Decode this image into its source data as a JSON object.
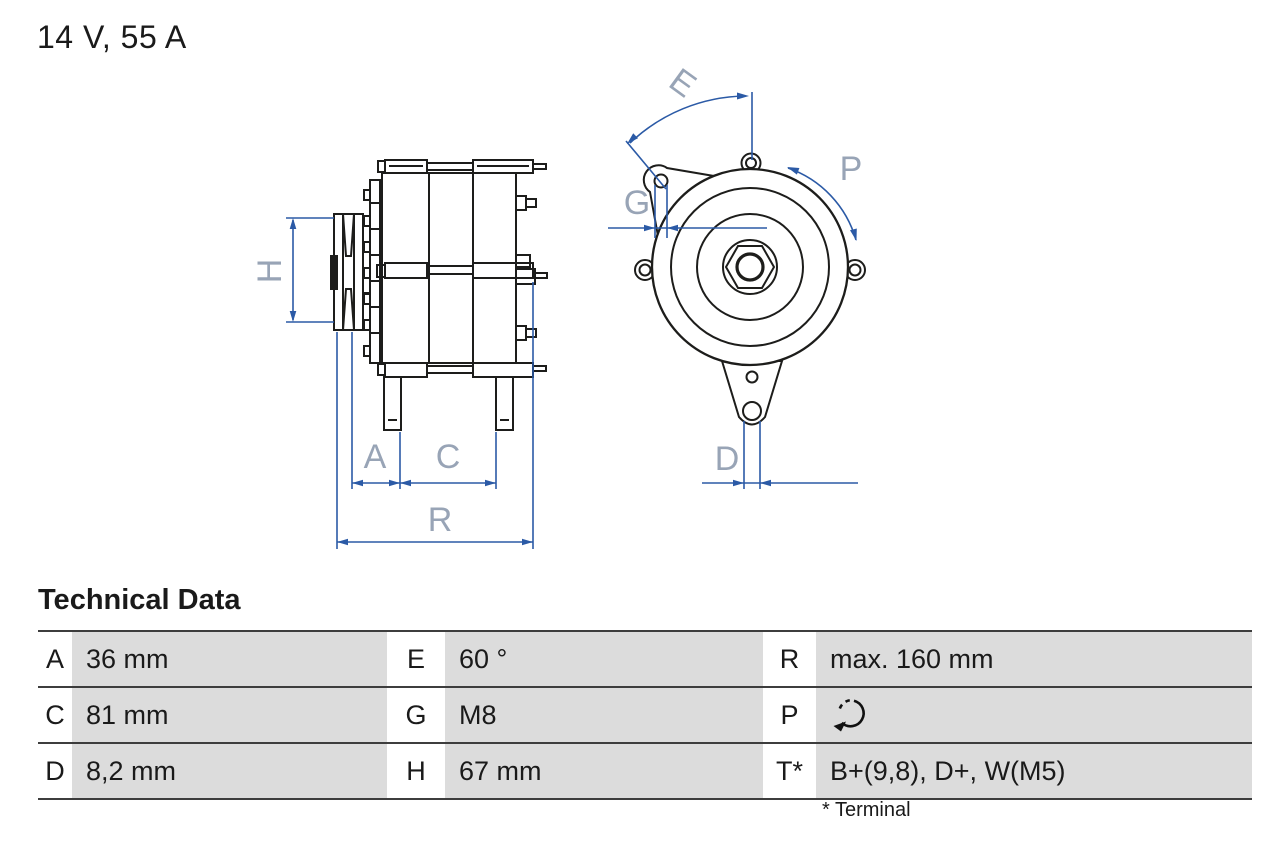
{
  "title": "14 V, 55 A",
  "drawing": {
    "description": "alternator-technical-drawing-side-and-front-view",
    "line_color": "#2b5aa6",
    "outline_color": "#1d1d1b",
    "label_color": "#98a4b6",
    "labels": {
      "H": "H",
      "A": "A",
      "C": "C",
      "R": "R",
      "E": "E",
      "G": "G",
      "P": "P",
      "D": "D"
    }
  },
  "technical_data": {
    "heading": "Technical Data",
    "rows": [
      [
        {
          "key": "A",
          "value": "36 mm"
        },
        {
          "key": "E",
          "value": "60 °"
        },
        {
          "key": "R",
          "value": "max. 160 mm"
        }
      ],
      [
        {
          "key": "C",
          "value": "81 mm"
        },
        {
          "key": "G",
          "value": "M8"
        },
        {
          "key": "P",
          "value": "",
          "icon": "rotation-direction-icon"
        }
      ],
      [
        {
          "key": "D",
          "value": "8,2 mm"
        },
        {
          "key": "H",
          "value": "67 mm"
        },
        {
          "key": "T*",
          "value": "B+(9,8), D+, W(M5)"
        }
      ]
    ],
    "footnote": "* Terminal",
    "cell_bg": "#dcdcdc",
    "rule_color": "#3d3d3d"
  }
}
